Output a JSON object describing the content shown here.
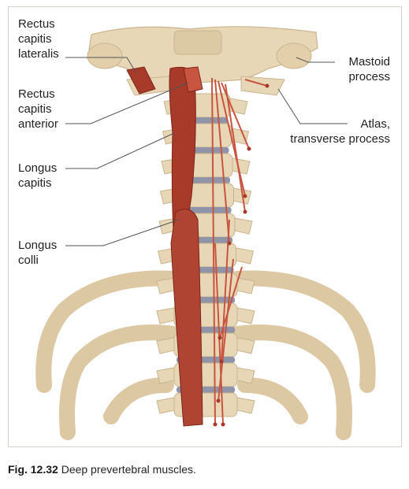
{
  "labels": {
    "rectus_capitis_lateralis": "Rectus\ncapitis\nlateralis",
    "rectus_capitis_anterior": "Rectus\ncapitis\nanterior",
    "longus_capitis": "Longus\ncapitis",
    "longus_colli": "Longus\ncolli",
    "mastoid_process": "Mastoid\nprocess",
    "atlas_transverse_process": "Atlas,\ntransverse process"
  },
  "caption": {
    "number": "Fig. 12.32",
    "text": "Deep prevertebral muscles."
  },
  "colors": {
    "bone": "#e8d7b6",
    "bone_shadow": "#c9b48e",
    "muscle": "#a83a2a",
    "muscle_light": "#c8553f",
    "disc": "#8f94a8",
    "leader": "#555555"
  }
}
